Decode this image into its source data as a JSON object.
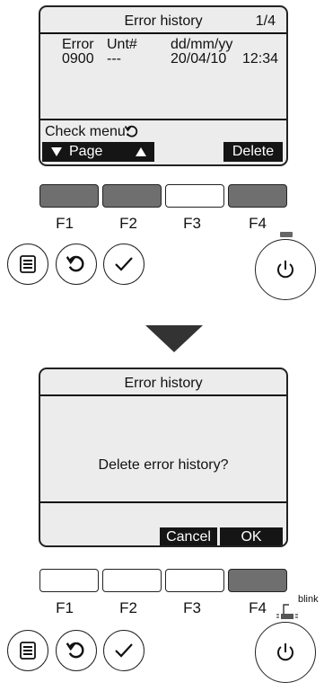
{
  "panel1": {
    "title": "Error history",
    "page": "1/4",
    "headers": {
      "error": "Error",
      "unit": "Unt#",
      "date": "dd/mm/yy"
    },
    "row": {
      "error": "0900",
      "unit": "---",
      "date": "20/04/10",
      "time": "12:34"
    },
    "check_menu": "Check menu:",
    "page_label": "Page",
    "delete_label": "Delete"
  },
  "panel2": {
    "title": "Error history",
    "message": "Delete error history?",
    "cancel_label": "Cancel",
    "ok_label": "OK",
    "blink_label": "blink"
  },
  "function_keys": [
    "F1",
    "F2",
    "F3",
    "F4"
  ],
  "colors": {
    "screen_bg": "#ececec",
    "key_active": "#6f6f6f",
    "dark_bar": "#151515"
  },
  "icons": [
    "menu-icon",
    "return-icon",
    "check-icon",
    "power-icon",
    "down-arrow-icon",
    "up-arrow-icon"
  ]
}
